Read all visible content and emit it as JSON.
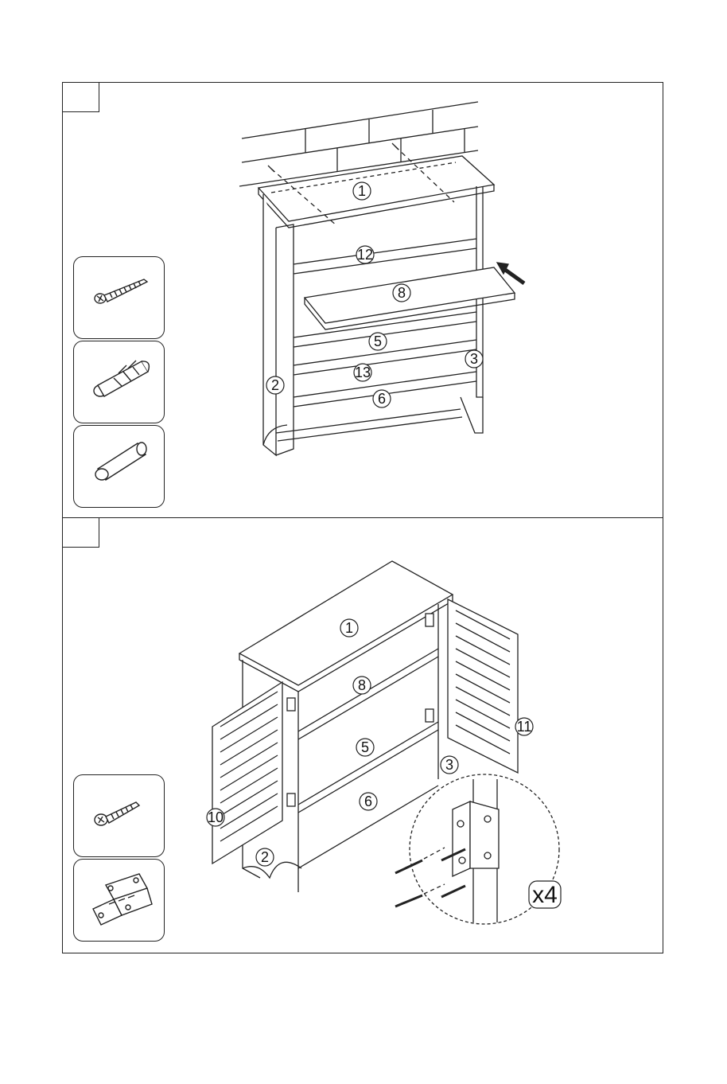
{
  "step1": {
    "parts": [
      "screw-icon",
      "wall-anchor-icon",
      "dowel-icon"
    ],
    "labels": [
      "1",
      "12",
      "8",
      "5",
      "3",
      "13",
      "2",
      "6"
    ]
  },
  "step2": {
    "parts": [
      "screw-icon",
      "hinge-icon"
    ],
    "labels": [
      "1",
      "8",
      "5",
      "6",
      "3",
      "2",
      "10",
      "11"
    ],
    "quantity": "x4"
  }
}
